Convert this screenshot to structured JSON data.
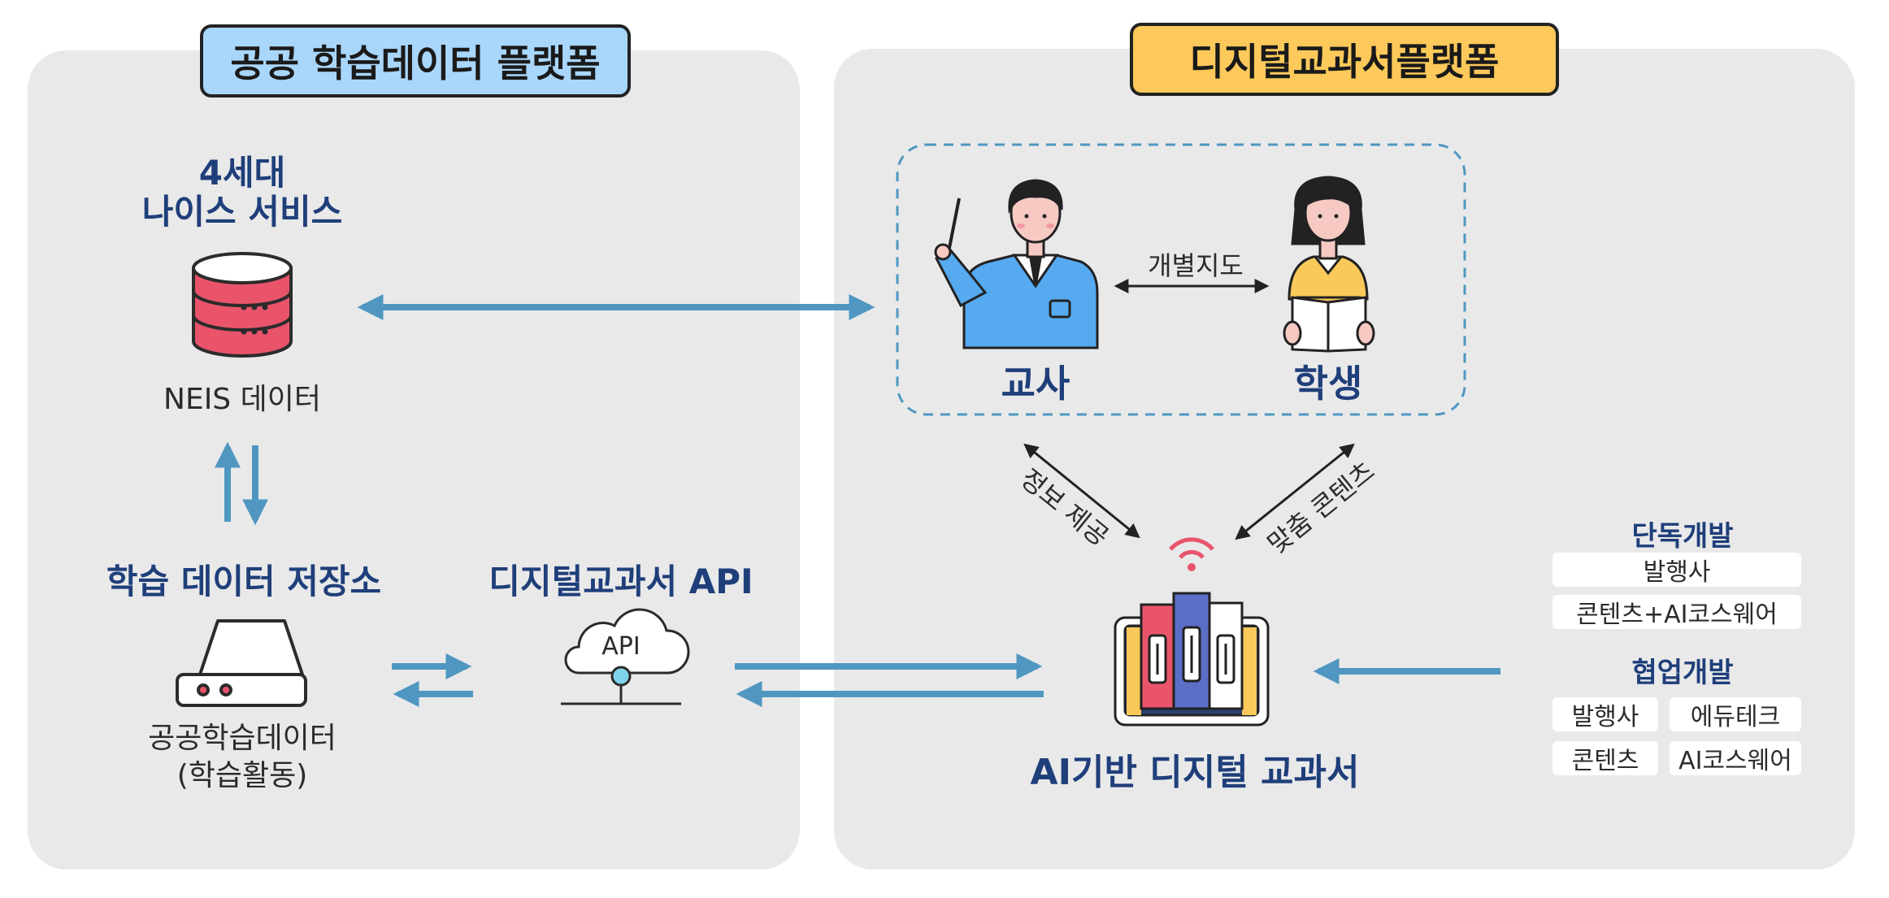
{
  "left_panel": {
    "title": "공공 학습데이터 플랫폼",
    "neis": {
      "title_line1": "4세대",
      "title_line2": "나이스 서비스",
      "label": "NEIS 데이터"
    },
    "storage": {
      "title": "학습 데이터 저장소",
      "label_line1": "공공학습데이터",
      "label_line2": "(학습활동)"
    },
    "api": {
      "title": "디지털교과서 API",
      "icon_text": "API"
    }
  },
  "right_panel": {
    "title": "디지털교과서플랫폼",
    "teacher": "교사",
    "student": "학생",
    "individual_guidance": "개별지도",
    "info_provision": "정보 제공",
    "custom_content": "맞춤 콘텐츠",
    "ai_textbook": "AI기반 디지털 교과서",
    "solo_dev": {
      "title": "단독개발",
      "items": [
        "발행사",
        "콘텐츠+AI코스웨어"
      ]
    },
    "collab_dev": {
      "title": "협업개발",
      "items": [
        "발행사",
        "에듀테크",
        "콘텐츠",
        "AI코스웨어"
      ]
    }
  },
  "colors": {
    "panel": "#e9e9ea",
    "left_tag": "#a9d6fb",
    "right_tag": "#fcc95a",
    "arrow": "#4f97c0",
    "navy": "#1f3f7a",
    "db_red": "#e9546b",
    "teacher_blue": "#56aaf0",
    "student_yellow": "#f9c95a"
  }
}
